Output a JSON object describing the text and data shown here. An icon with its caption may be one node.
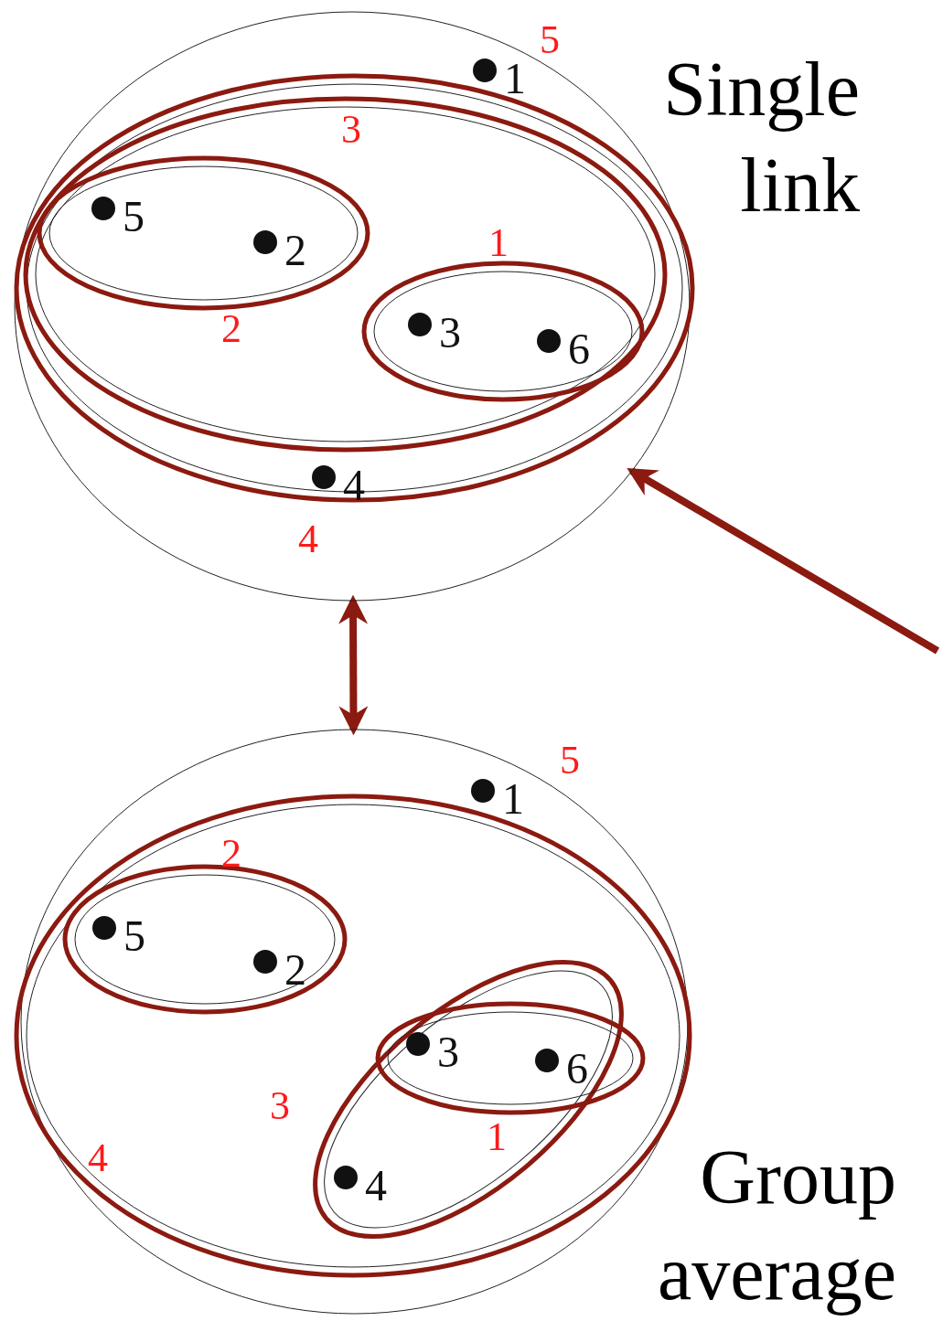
{
  "diagram": {
    "nodes": [
      {
        "text": [],
        "shape": "circle",
        "beside": [
          "5"
        ]
      },
      {
        "text": [],
        "shape": "ellipse",
        "beside": [
          "4"
        ],
        "in": 0
      },
      {
        "text": [],
        "shape": "ellipse",
        "beside": [
          "3"
        ],
        "in": 1
      },
      {
        "text": [],
        "shape": "ellipse",
        "beside": [
          "2"
        ],
        "in": 2
      },
      {
        "text": [],
        "shape": "ellipse",
        "beside": [
          "1"
        ],
        "in": 2
      },
      {
        "text": [
          "1"
        ],
        "in": 0
      },
      {
        "text": [
          "5"
        ],
        "in": 3
      },
      {
        "text": [
          "2"
        ],
        "in": 3
      },
      {
        "text": [
          "3"
        ],
        "in": 4
      },
      {
        "text": [
          "6"
        ],
        "in": 4
      },
      {
        "text": [
          "4"
        ],
        "in": 1
      },
      {
        "text": [],
        "shape": "circle",
        "beside": [
          "5"
        ]
      },
      {
        "text": [],
        "shape": "ellipse",
        "beside": [
          "4"
        ],
        "in": 11
      },
      {
        "text": [],
        "shape": "ellipse",
        "beside": [
          "2"
        ],
        "in": 12
      },
      {
        "text": [],
        "shape": "ellipse",
        "beside": [
          "3"
        ],
        "in": 12
      },
      {
        "text": [],
        "shape": "ellipse",
        "beside": [
          "1"
        ],
        "in": 14
      },
      {
        "text": [
          "1"
        ],
        "in": 11
      },
      {
        "text": [
          "5"
        ],
        "in": 13
      },
      {
        "text": [
          "2"
        ],
        "in": 13
      },
      {
        "text": [
          "3"
        ],
        "in": 15
      },
      {
        "text": [
          "6"
        ],
        "in": 15
      },
      {
        "text": [
          "4"
        ],
        "in": 14
      }
    ],
    "edges": [
      {
        "from": 0,
        "to": 11,
        "arrow": "both"
      },
      {
        "from": null,
        "to": 0,
        "arrow": "to"
      }
    ],
    "labels": [
      "Single link",
      "Group average"
    ]
  }
}
